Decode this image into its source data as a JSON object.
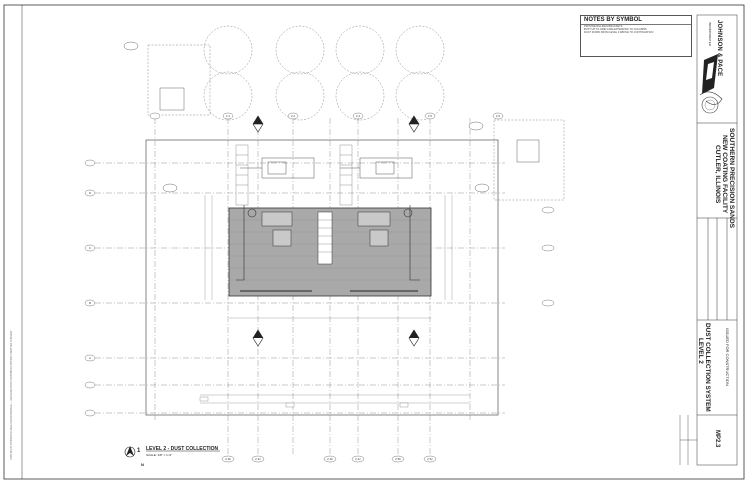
{
  "notes": {
    "title": "NOTES BY SYMBOL",
    "lines": [
      "PROVIDE BILLIKEN BRACKETS",
      "BUTT UP TO GRID LINE EXTENDING TO COLUMNS",
      "DUCT DOWN FROM LEVEL 3 ABOVE TO CONTINUATION"
    ]
  },
  "title_block": {
    "firm_name": "JOHNSON & PACE",
    "firm_sub": "INCORPORATED",
    "project_line1": "SOUTHERN PRECISION SANDS",
    "project_line2": "NEW COATING FACILITY",
    "project_line3": "CUTLER, ILLINOIS",
    "drawing_title_line1": "DUST COLLECTION SYSTEM",
    "drawing_title_line2": "LEVEL 2",
    "issued": "ISSUED FOR CONSTRUCTION",
    "sheet_number": "MP2.3"
  },
  "view_caption": {
    "number": "1",
    "title": "LEVEL 2 - DUST COLLECTION",
    "scale": "SCALE: 1/8\" = 1'-0\"",
    "north": "N"
  },
  "side_note": "COPYRIGHT JOHNSON & PACE INCORPORATED — REPRODUCTION PROHIBITED WITHOUT WRITTEN CONSENT",
  "grid_labels": {
    "top": [
      "2.1",
      "2.2",
      "2.4",
      "2.5",
      "2.6"
    ],
    "left": [
      "D",
      "C",
      "B",
      "A"
    ],
    "bottom": [
      "2.3b",
      "2.3c",
      "2.4b",
      "2.4c",
      "2.5b",
      "2.5c"
    ]
  }
}
